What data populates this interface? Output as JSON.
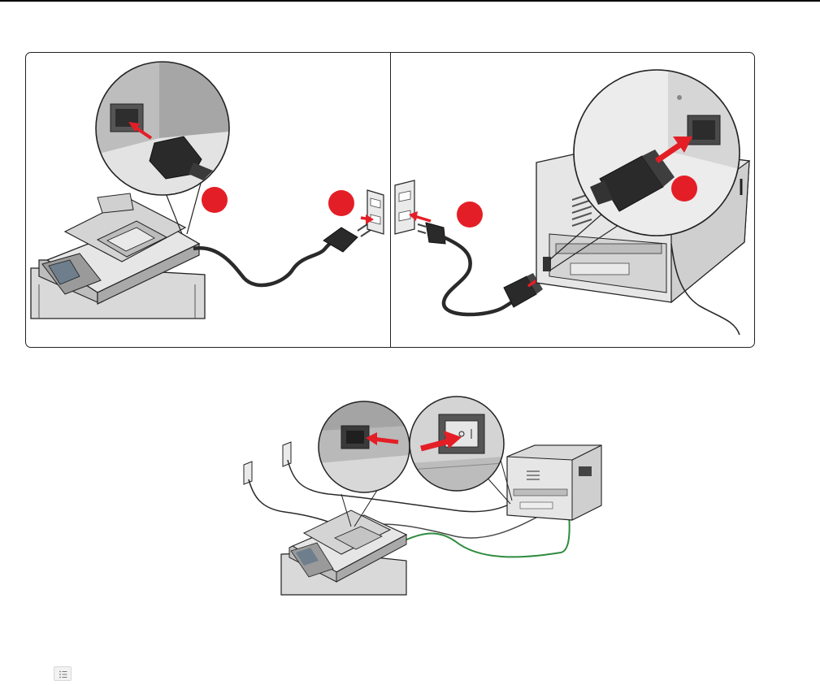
{
  "figure": {
    "panels": [
      {
        "id": "mfp-power",
        "callout": "power-socket-closeup",
        "steps": 2
      },
      {
        "id": "printer-power",
        "callout": "power-socket-closeup",
        "steps": 2
      }
    ],
    "connection": {
      "callouts": [
        "cable-port-closeup",
        "power-switch-closeup"
      ]
    }
  },
  "colors": {
    "step_marker": "#e41e26",
    "arrow": "#e41e26",
    "outline": "#222222",
    "cable": "#2a2a2a",
    "network_cable": "#2e8b3e",
    "device_light": "#e6e6e6",
    "device_mid": "#c9c9c9",
    "device_dark": "#8a8a8a",
    "wall": "#9a9a9a"
  },
  "icons": {
    "list": "list-icon"
  }
}
